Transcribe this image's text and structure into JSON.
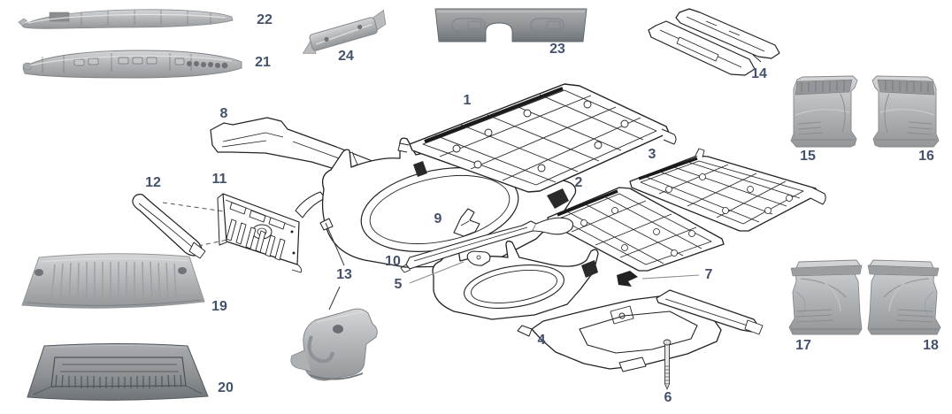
{
  "diagram": {
    "kind": "car-body-floor-parts-exploded-diagram",
    "background_color": "#ffffff",
    "label_color": "#44536b",
    "line_color": "#222222",
    "panel_gray_light": "#c9cbcd",
    "panel_gray_mid": "#9aa0a4",
    "panel_gray_dark": "#7a7f83"
  },
  "parts": {
    "p1": {
      "label": "1",
      "name": "floor-pan-panel-front"
    },
    "p2": {
      "label": "2",
      "name": "floor-pan-panel-rear-left"
    },
    "p3": {
      "label": "3",
      "name": "floor-pan-panel-rear-right"
    },
    "p4": {
      "label": "4",
      "name": "frame-support-assembly"
    },
    "p5": {
      "label": "5",
      "name": "small-clip"
    },
    "p6": {
      "label": "6",
      "name": "bolt"
    },
    "p7": {
      "label": "7",
      "name": "small-dark-bracket"
    },
    "p8": {
      "label": "8",
      "name": "crossmember-rail"
    },
    "p9": {
      "label": "9",
      "name": "corner-bracket"
    },
    "p10": {
      "label": "10",
      "name": "support-rail"
    },
    "p11": {
      "label": "11",
      "name": "slotted-end-panel"
    },
    "p12": {
      "label": "12",
      "name": "curved-reinforcement-strip"
    },
    "p13": {
      "label": "13",
      "name": "mounting-bracket"
    },
    "p14": {
      "label": "14",
      "name": "rocker-rail-pair"
    },
    "p15": {
      "label": "15",
      "name": "footwell-panel-left"
    },
    "p16": {
      "label": "16",
      "name": "footwell-panel-right"
    },
    "p17": {
      "label": "17",
      "name": "footwell-panel-rear-left"
    },
    "p18": {
      "label": "18",
      "name": "footwell-panel-rear-right"
    },
    "p19": {
      "label": "19",
      "name": "ribbed-bulkhead-panel"
    },
    "p20": {
      "label": "20",
      "name": "ribbed-grid-panel"
    },
    "p21": {
      "label": "21",
      "name": "perforated-sill-strip"
    },
    "p22": {
      "label": "22",
      "name": "sill-strip"
    },
    "p23": {
      "label": "23",
      "name": "notched-bulkhead-panel"
    },
    "p24": {
      "label": "24",
      "name": "support-bracket"
    }
  }
}
